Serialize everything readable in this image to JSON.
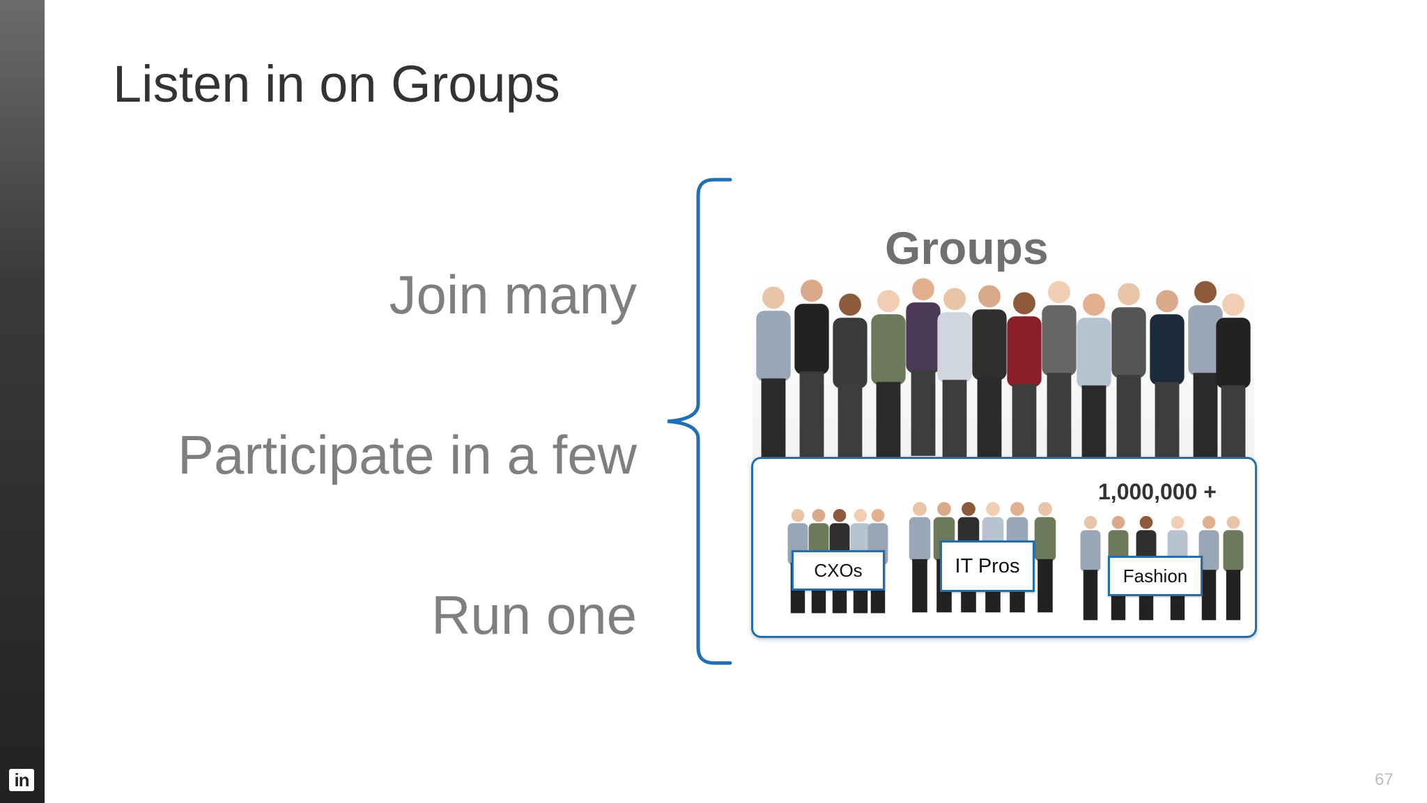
{
  "slide": {
    "title": "Listen in on Groups",
    "items": [
      "Join many",
      "Participate in a few",
      "Run one"
    ],
    "page_number": "67"
  },
  "panel": {
    "heading": "Groups",
    "count": "1,000,000 +",
    "tags": [
      "CXOs",
      "IT Pros",
      "Fashion"
    ]
  },
  "brand": {
    "logo_text": "in",
    "accent": "#1f6fb2",
    "sidebar": "#2a2a2a"
  }
}
